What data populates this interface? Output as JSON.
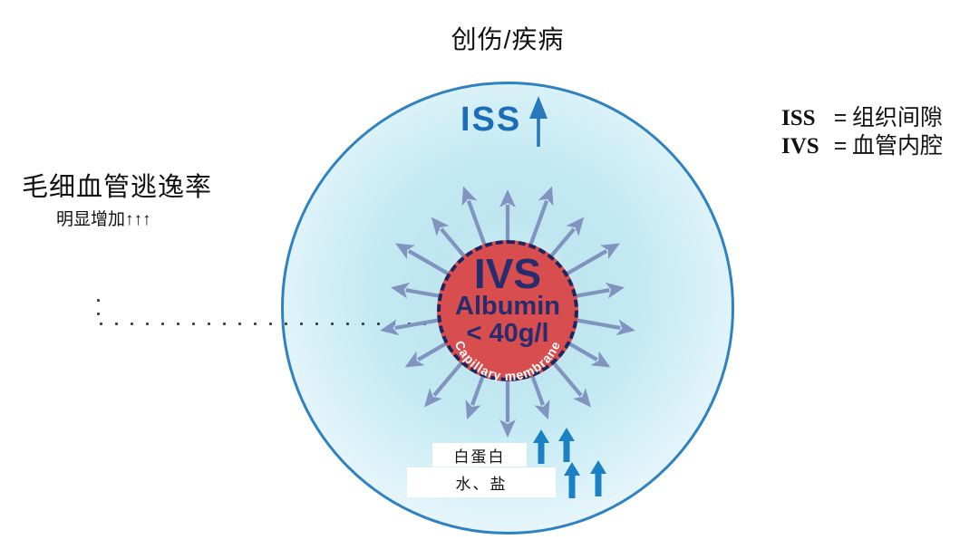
{
  "title": "创伤/疾病",
  "legend": {
    "items": [
      {
        "abbr": "ISS",
        "eq": "=",
        "meaning": "组织间隙"
      },
      {
        "abbr": "IVS",
        "eq": "=",
        "meaning": "血管内腔"
      }
    ]
  },
  "left_panel": {
    "title": "毛细血管逃逸率",
    "subtitle": "明显增加↑↑↑"
  },
  "outer_circle": {
    "label": "ISS"
  },
  "inner_circle": {
    "abbr": "IVS",
    "line2": "Albumin",
    "line3": "< 40g/l",
    "membrane": "Capillary membrane"
  },
  "bottom_labels": {
    "albumin": "白蛋白",
    "water_salt": "水、盐"
  },
  "radial_arrows": {
    "count": 18,
    "start_angle_deg": 90,
    "step_deg": 20,
    "inner_radius": 70,
    "outer_radius_a": 128,
    "outer_radius_b": 140,
    "color": "#8094bf"
  },
  "colors": {
    "outer_circle_border": "#2e82c1",
    "outer_circle_fill": "#c3e9f2",
    "iss_label": "#1a6db6",
    "inner_circle_fill": "#d84e4e",
    "inner_circle_border": "#20255e",
    "inner_text_navy": "#272c6e",
    "membrane_text": "#ffffff",
    "radial_arrow": "#8094bf",
    "bottom_arrow_blue": "#1c80c4",
    "dots": "#3b3b3b",
    "text_black": "#111111"
  }
}
